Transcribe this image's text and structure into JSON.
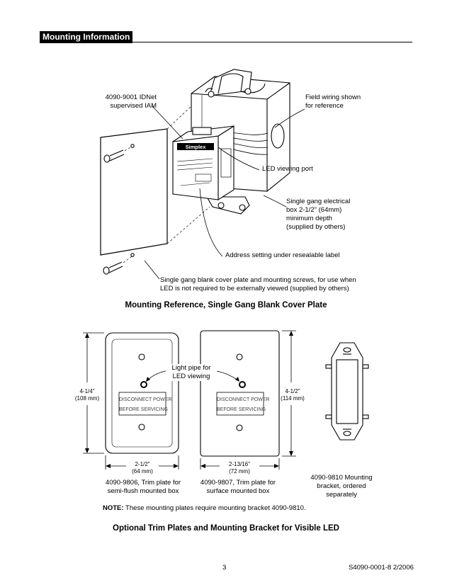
{
  "header": {
    "section_title": "Mounting Information"
  },
  "figure1": {
    "callout_iam": "4090-9001 IDNet\nsupervised IAM",
    "callout_field_wiring": "Field wiring shown\nfor reference",
    "callout_led_port": "LED viewing port",
    "callout_box": "Single gang electrical\nbox 2-1/2\" (64mm)\nminimum depth\n(supplied by others)",
    "callout_address": "Address setting under resealable label",
    "callout_cover": "Single gang blank cover plate and mounting screws, for use when\nLED is not required to be externally viewed (supplied by others)",
    "module_brand": "Simplex",
    "caption": "Mounting Reference, Single Gang Blank Cover Plate"
  },
  "figure2": {
    "dim_left_height": "4-1/4\"",
    "dim_left_height_mm": "(108 mm)",
    "dim_right_height": "4-1/2\"",
    "dim_right_height_mm": "(114 mm)",
    "dim_left_width": "2-1/2\"",
    "dim_left_width_mm": "(64 mm)",
    "dim_right_width": "2-13/16\"",
    "dim_right_width_mm": "(72 mm)",
    "callout_light_pipe": "Light pipe for\nLED viewing",
    "plate_label_line1": "DISCONNECT POWER",
    "plate_label_line2": "BEFORE SERVICING",
    "trim1_label": "4090-9806, Trim plate for\nsemi-flush mounted box",
    "trim2_label": "4090-9807, Trim plate for\nsurface mounted box",
    "bracket_label": "4090-9810 Mounting\nbracket, ordered\nseparately",
    "note_prefix": "NOTE:",
    "note_text": " These mounting plates require mounting bracket 4090-9810.",
    "caption": "Optional Trim Plates and Mounting Bracket for Visible LED"
  },
  "footer": {
    "page_number": "3",
    "doc_id": "S4090-0001-8  2/2006"
  }
}
